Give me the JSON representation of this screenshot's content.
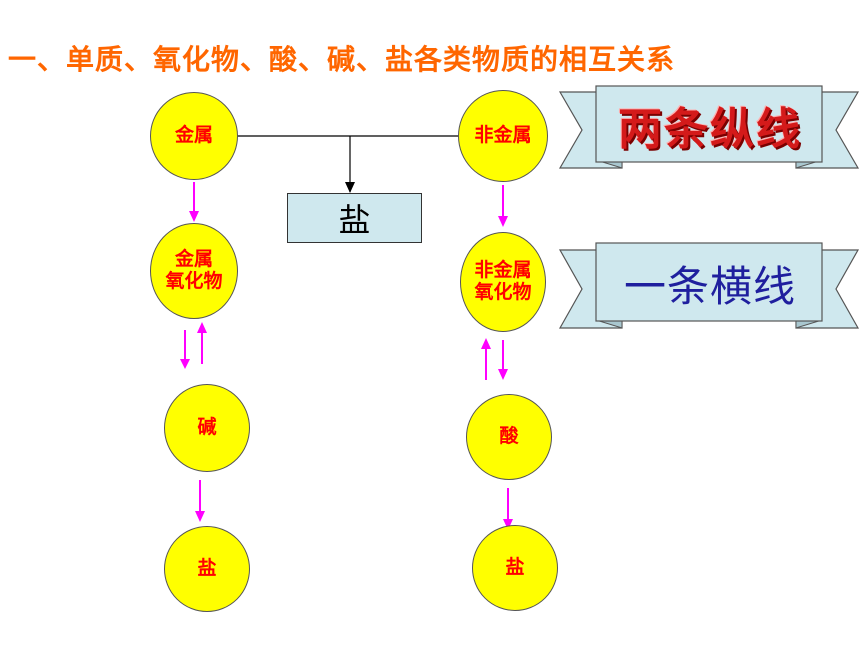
{
  "title": "一、单质、氧化物、酸、碱、盐各类物质的相互关系",
  "nodes": {
    "metal": "金属",
    "nonmetal": "非金属",
    "salt_box": "盐",
    "metal_oxide_line1": "金属",
    "metal_oxide_line2": "氧化物",
    "nonmetal_oxide_line1": "非金属",
    "nonmetal_oxide_line2": "氧化物",
    "base": "碱",
    "acid": "酸",
    "salt_left": "盐",
    "salt_right": "盐"
  },
  "banners": {
    "two_vertical_lines": "两条纵线",
    "one_horizontal_line": "一条横线"
  },
  "colors": {
    "title": "#ff6600",
    "circle_fill": "#ffff00",
    "node_text": "#ff0000",
    "arrow": "#ff00ff",
    "box_fill": "#cfe8ee",
    "banner_fill": "#cfe8ee"
  }
}
